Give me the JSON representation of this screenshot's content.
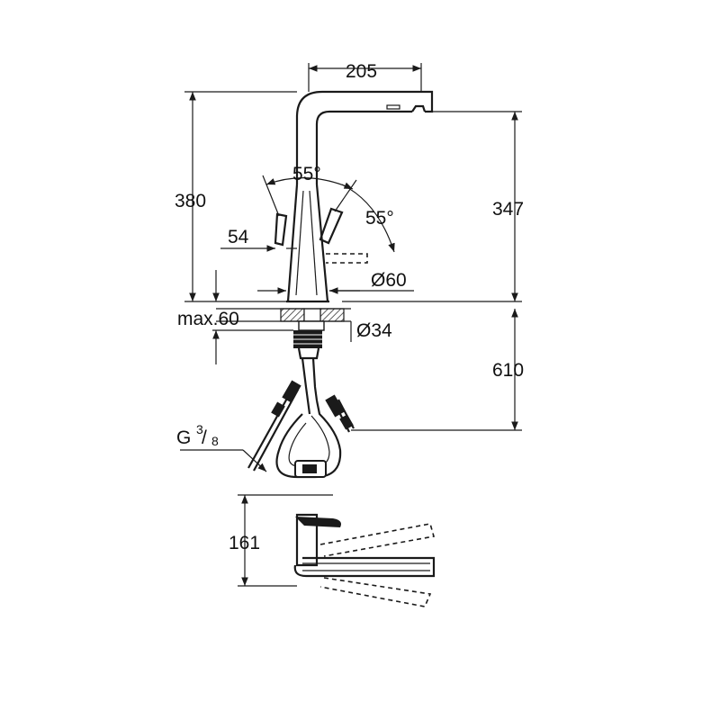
{
  "dimensions": {
    "spout_reach": "205",
    "total_height": "380",
    "outlet_height": "347",
    "lever_angle_top": "55°",
    "lever_angle_side": "55°",
    "lever_offset": "54",
    "base_diameter": "Ø60",
    "max_deck_thickness": "max.60",
    "hole_diameter": "Ø34",
    "hose_length": "610",
    "connection_thread_g": "G",
    "connection_thread_num": "3",
    "connection_thread_den": "8",
    "side_view_height": "161"
  }
}
